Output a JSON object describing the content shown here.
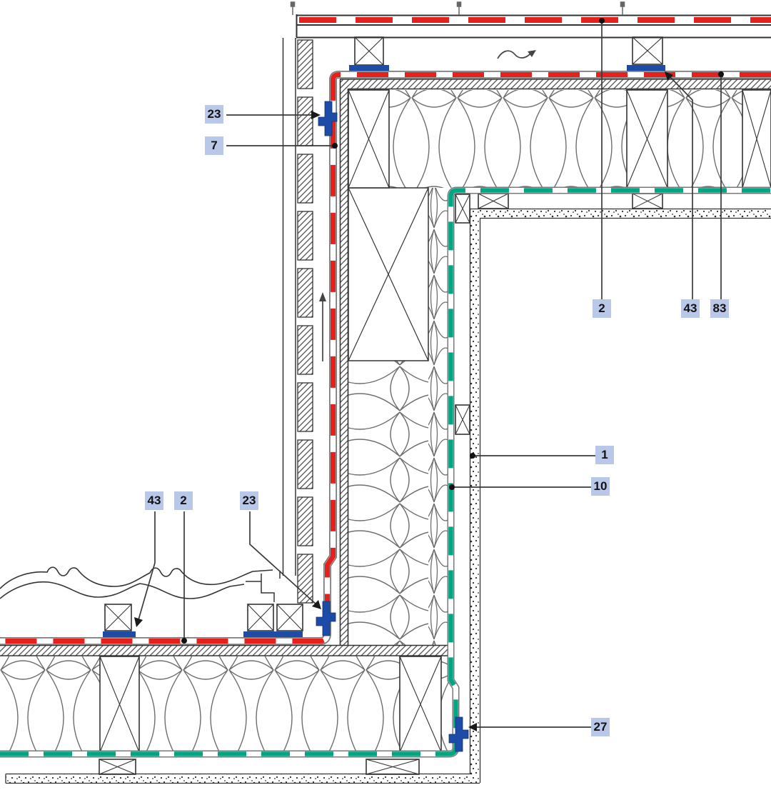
{
  "drawing": {
    "type": "construction-detail-section",
    "description": "Section detail of an insulated wall between an upper roof and a lower tiled roof, with outer red sarking membrane and inner green airtightness membrane fixed by blue clamping profiles"
  },
  "labels": [
    {
      "id": "callout-23-top",
      "text": "23"
    },
    {
      "id": "callout-7",
      "text": "7"
    },
    {
      "id": "callout-2-top",
      "text": "2"
    },
    {
      "id": "callout-43-top",
      "text": "43"
    },
    {
      "id": "callout-83",
      "text": "83"
    },
    {
      "id": "callout-1",
      "text": "1"
    },
    {
      "id": "callout-10",
      "text": "10"
    },
    {
      "id": "callout-43-bottom",
      "text": "43"
    },
    {
      "id": "callout-2-bottom",
      "text": "2"
    },
    {
      "id": "callout-23-bottom",
      "text": "23"
    },
    {
      "id": "callout-27",
      "text": "27"
    }
  ],
  "colors": {
    "membrane_red": "#e5211d",
    "membrane_green": "#00a583",
    "clamp_blue": "#1d4ca8",
    "callout_background": "#b9c7e8",
    "line_dark": "#333333"
  }
}
